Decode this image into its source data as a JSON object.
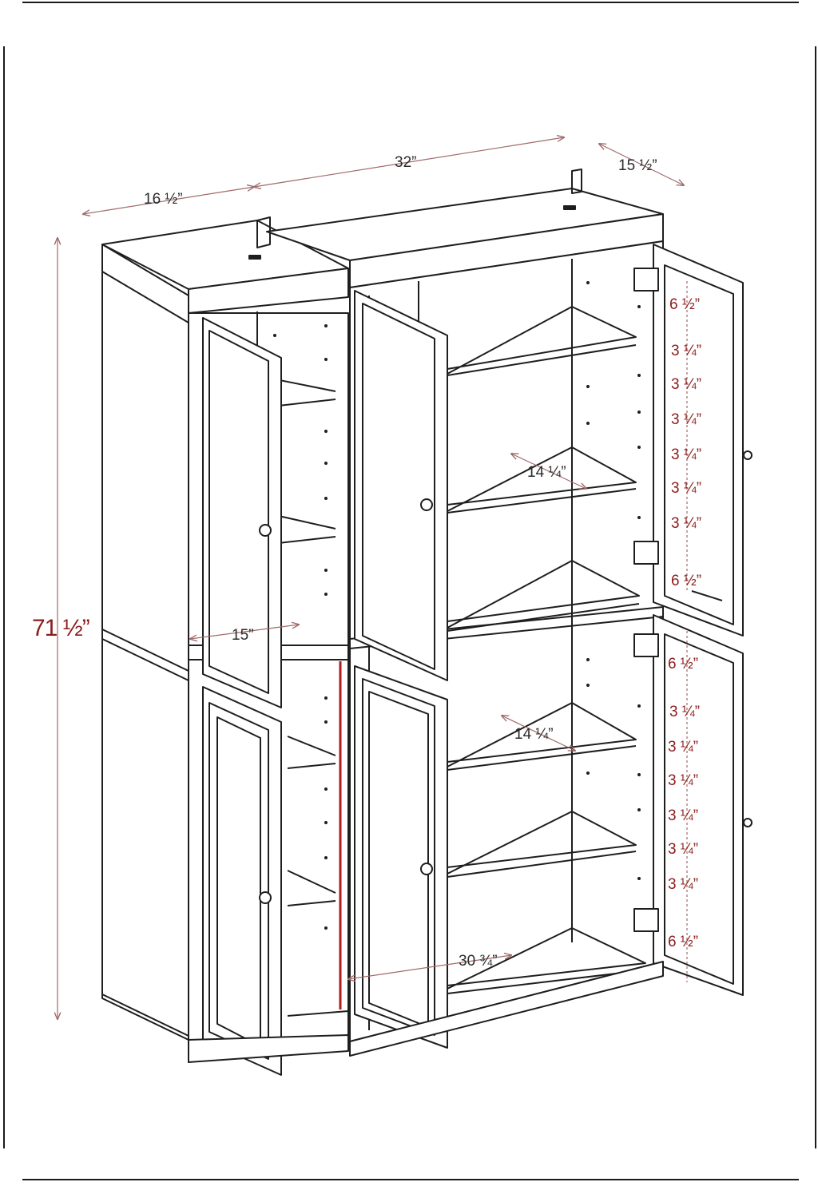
{
  "dimensions": {
    "overall_width": "32”",
    "cabinet_width": "16 ½”",
    "depth": "15 ½”",
    "height": "71 ½”",
    "inner_width": "15”",
    "shelf_depth_upper": "14 ¼”",
    "shelf_depth_lower": "14 ¼”",
    "inner_height_lower": "30 ¾”",
    "upper_door_spacing": [
      "6 ½”",
      "3 ¼”",
      "3 ¼”",
      "3 ¼”",
      "3 ¼”",
      "3 ¼”",
      "3 ¼”",
      "6 ½”"
    ],
    "lower_door_spacing": [
      "6 ½”",
      "3 ¼”",
      "3 ¼”",
      "3 ¼”",
      "3 ¼”",
      "3 ¼”",
      "3 ¼”",
      "6 ½”"
    ]
  },
  "colors": {
    "line": "#1e1e1e",
    "dimension_red": "#8c1c1c",
    "dimension_gray": "#9a7070",
    "background": "#ffffff"
  }
}
